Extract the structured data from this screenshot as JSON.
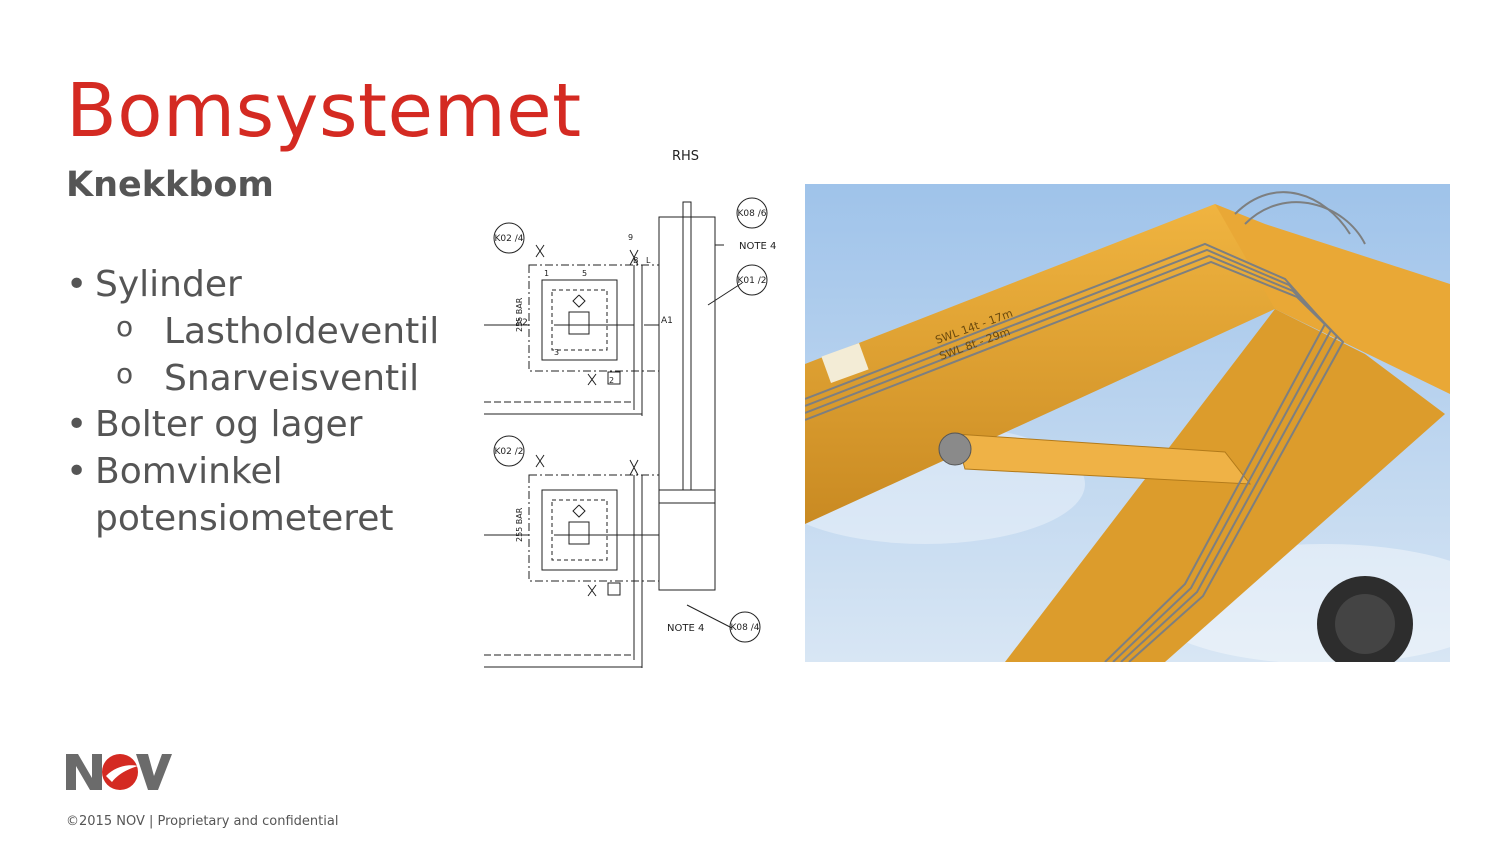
{
  "slide": {
    "title": "Bomsystemet",
    "subtitle": "Knekkbom",
    "bullets": [
      {
        "text": "Sylinder"
      },
      {
        "text": "Lastholdeventil",
        "level": 2
      },
      {
        "text": "Snarveisventil",
        "level": 2
      },
      {
        "text": "Bolter og lager"
      },
      {
        "text": "Bomvinkel potensiometeret"
      }
    ],
    "bullet_symbols": {
      "level1": "•",
      "level2": "o"
    }
  },
  "schematic": {
    "rhs": "RHS",
    "tags": [
      "K02 /4",
      "K02 /2",
      "K08 /6",
      "K01 /2",
      "K08 /4"
    ],
    "notes": [
      "NOTE 4",
      "NOTE 4"
    ],
    "ports": [
      "A2",
      "A1",
      "B",
      "L",
      "1",
      "3",
      "5",
      "9",
      "2"
    ],
    "pressure": "255 BAR",
    "pressure2": "255 BAR"
  },
  "photo": {
    "sign_line1": "SWL 14t - 17m",
    "sign_line2": "SWL 8t - 29m",
    "colors": {
      "sky": "#a9c9ec",
      "boom": "#e3a534",
      "pipe": "#7d7f80"
    }
  },
  "footer": {
    "logo_text": "NOV",
    "copyright": "©2015 NOV | Proprietary and confidential"
  },
  "colors": {
    "title": "#d42a22",
    "text": "#555555",
    "logo_gray": "#6b6b6b",
    "logo_red": "#d42a22"
  }
}
